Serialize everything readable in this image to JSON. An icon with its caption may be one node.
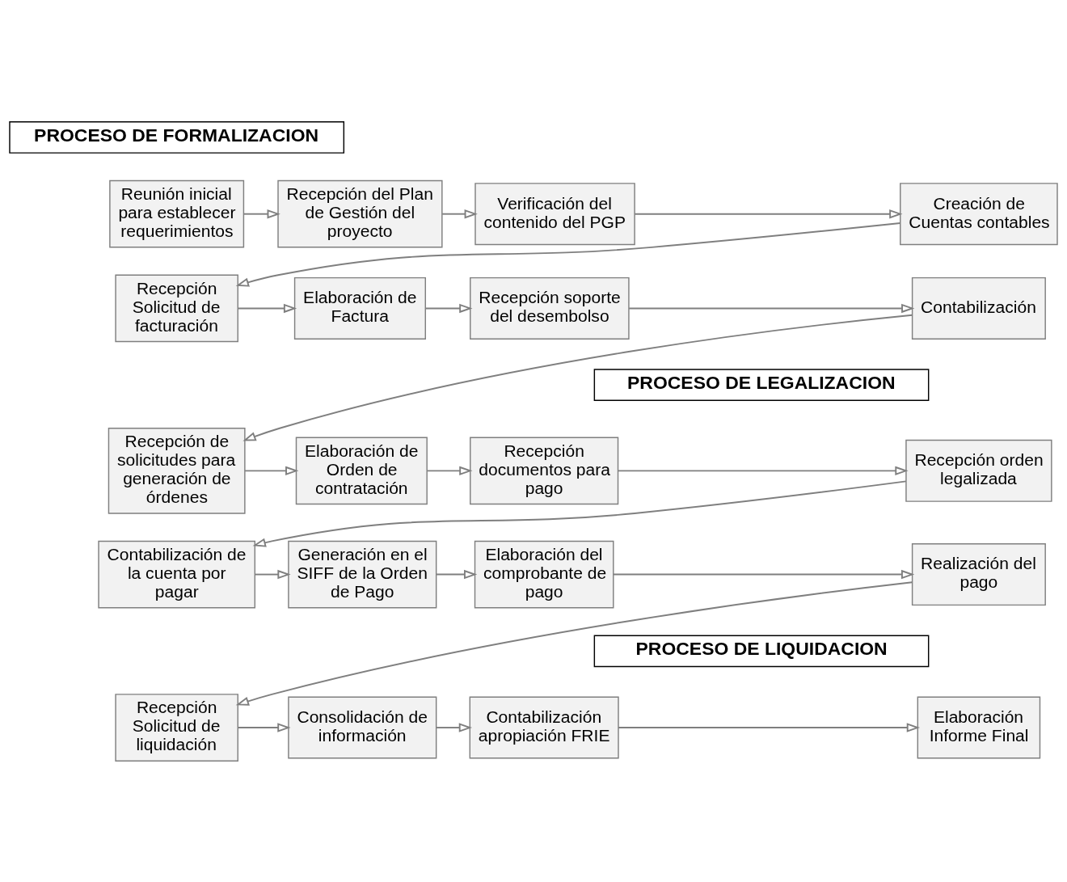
{
  "diagram": {
    "nodes": [
      {
        "text": [
          "PROCESO DE FORMALIZACION"
        ]
      },
      {
        "text": [
          "Reunión inicial para establecer requerimientos"
        ]
      },
      {
        "text": [
          "Recepción del Plan de Gestión del proyecto"
        ]
      },
      {
        "text": [
          "Verificación del contenido del PGP"
        ]
      },
      {
        "text": [
          "Creación de Cuentas contables"
        ]
      },
      {
        "text": [
          "Contabilización"
        ]
      },
      {
        "text": [
          "Recepción soporte del desembolso"
        ]
      },
      {
        "text": [
          "Elaboración de Factura"
        ]
      },
      {
        "text": [
          "Recepción Solicitud de facturación"
        ]
      },
      {
        "text": [
          "PROCESO DE LEGALIZACION"
        ]
      },
      {
        "text": [
          "Recepción de solicitudes para generación de órdenes"
        ]
      },
      {
        "text": [
          "Elaboración de Orden de contratación"
        ]
      },
      {
        "text": [
          "Recepción documentos para pago"
        ]
      },
      {
        "text": [
          "Recepción orden legalizada"
        ]
      },
      {
        "text": [
          "Realización del pago"
        ]
      },
      {
        "text": [
          "Elaboración del comprobante de pago"
        ]
      },
      {
        "text": [
          "Generación en el SIFF de la Orden de Pago"
        ]
      },
      {
        "text": [
          "Contabilización de la cuenta por pagar"
        ]
      },
      {
        "text": [
          "PROCESO DE LIQUIDACION"
        ]
      },
      {
        "text": [
          "Recepción Solicitud de liquidación"
        ]
      },
      {
        "text": [
          "Consolidación de información"
        ]
      },
      {
        "text": [
          "Contabilización apropiación FRIE"
        ]
      },
      {
        "text": [
          "Elaboración Informe Final"
        ]
      }
    ],
    "edges": [
      {
        "from": 1,
        "to": 2,
        "arrow": "to"
      },
      {
        "from": 2,
        "to": 3,
        "arrow": "to"
      },
      {
        "from": 3,
        "to": 4,
        "arrow": "to"
      },
      {
        "from": 4,
        "to": 8,
        "arrow": "to"
      },
      {
        "from": 8,
        "to": 7,
        "arrow": "to"
      },
      {
        "from": 7,
        "to": 6,
        "arrow": "to"
      },
      {
        "from": 6,
        "to": 5,
        "arrow": "to"
      },
      {
        "from": 5,
        "to": 10,
        "arrow": "to"
      },
      {
        "from": 10,
        "to": 11,
        "arrow": "to"
      },
      {
        "from": 11,
        "to": 12,
        "arrow": "to"
      },
      {
        "from": 12,
        "to": 13,
        "arrow": "to"
      },
      {
        "from": 13,
        "to": 17,
        "arrow": "to"
      },
      {
        "from": 17,
        "to": 16,
        "arrow": "to"
      },
      {
        "from": 16,
        "to": 15,
        "arrow": "to"
      },
      {
        "from": 15,
        "to": 14,
        "arrow": "to"
      },
      {
        "from": 14,
        "to": 19,
        "arrow": "to"
      },
      {
        "from": 19,
        "to": 20,
        "arrow": "to"
      },
      {
        "from": 20,
        "to": 21,
        "arrow": "to"
      },
      {
        "from": 21,
        "to": 22,
        "arrow": "to"
      }
    ]
  }
}
